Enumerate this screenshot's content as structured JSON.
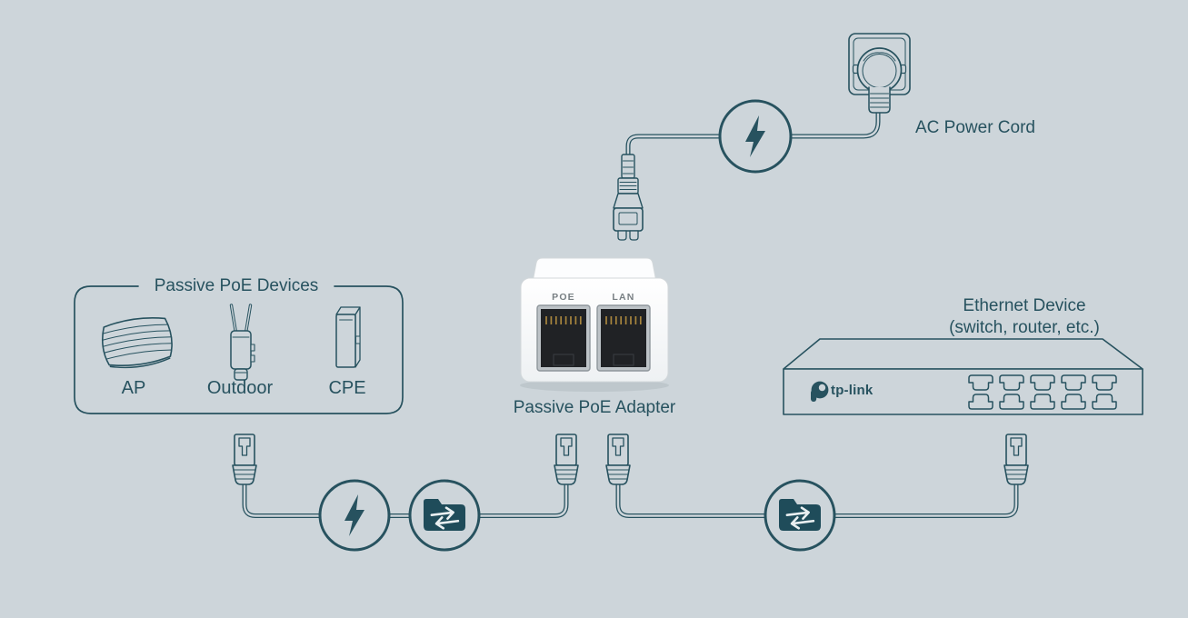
{
  "colors": {
    "background": "#cdd5da",
    "ink": "#27525f",
    "icon_fill": "#1f4c5a",
    "port_metal": "#bdc3c7",
    "port_black": "#202225",
    "pin_gold": "#a8863e",
    "port_label_gray": "#787f83",
    "adapter_white": "#fcfdfe"
  },
  "power": {
    "cord_label": "AC Power Cord"
  },
  "devices_box": {
    "title": "Passive PoE Devices",
    "devices": [
      {
        "label": "AP"
      },
      {
        "label": "Outdoor"
      },
      {
        "label": "CPE"
      }
    ]
  },
  "adapter": {
    "label": "Passive PoE Adapter",
    "ports": {
      "left": "POE",
      "right": "LAN"
    }
  },
  "ethernet_device": {
    "label_line1": "Ethernet Device",
    "label_line2": "(switch, router, etc.)",
    "brand": "tp-link",
    "port_columns": 5,
    "port_rows": 2
  },
  "icons": {
    "power": "lightning-bolt-icon",
    "data": "data-transfer-folder-icon"
  }
}
